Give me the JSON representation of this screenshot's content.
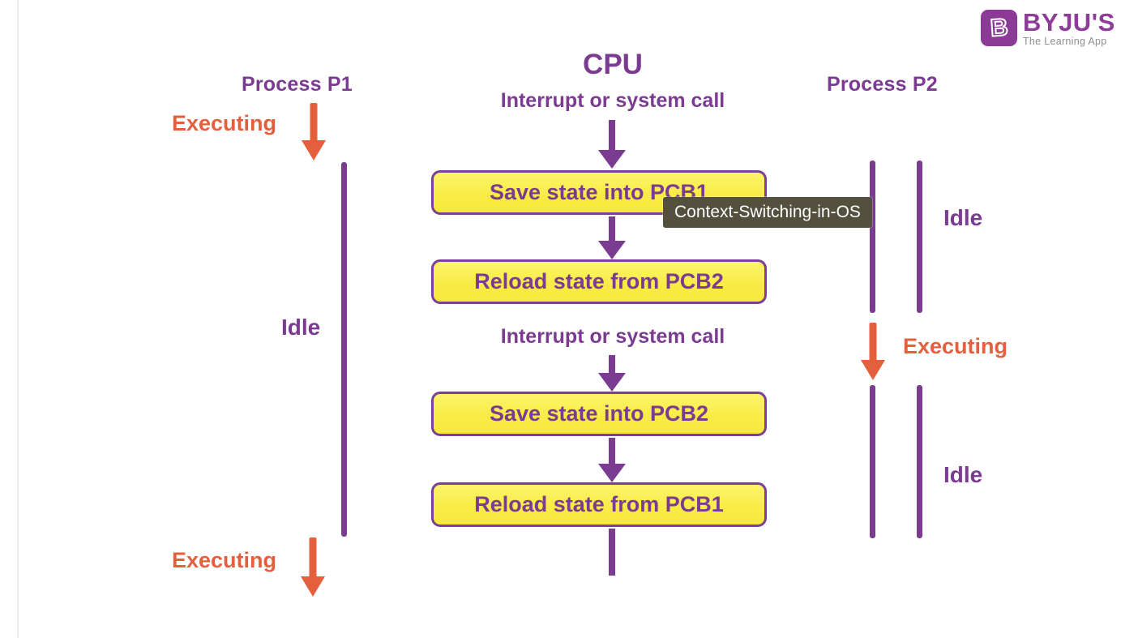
{
  "colors": {
    "purple": "#7a3b91",
    "orange": "#e65f3d",
    "box_fill_top": "#fcf46c",
    "box_fill_bottom": "#f6e93c",
    "box_border": "#7c4099",
    "tooltip_bg": "#53503e",
    "tooltip_text": "#ffffff",
    "logo_purple": "#8b3a96",
    "tagline_gray": "#8f8f8f"
  },
  "logo": {
    "mark": "B",
    "brand": "BYJU'S",
    "tagline": "The Learning App"
  },
  "tooltip": {
    "text": "Context-Switching-in-OS"
  },
  "cpu": {
    "title": "CPU",
    "interrupt_top": "Interrupt or system call",
    "interrupt_mid": "Interrupt or system call",
    "steps": [
      {
        "label": "Save state into PCB1"
      },
      {
        "label": "Reload state from PCB2"
      },
      {
        "label": "Save state into PCB2"
      },
      {
        "label": "Reload state from PCB1"
      }
    ]
  },
  "p1": {
    "title": "Process P1",
    "executing_top": "Executing",
    "idle": "Idle",
    "executing_bottom": "Executing"
  },
  "p2": {
    "title": "Process P2",
    "idle_top": "Idle",
    "executing": "Executing",
    "idle_bottom": "Idle"
  }
}
